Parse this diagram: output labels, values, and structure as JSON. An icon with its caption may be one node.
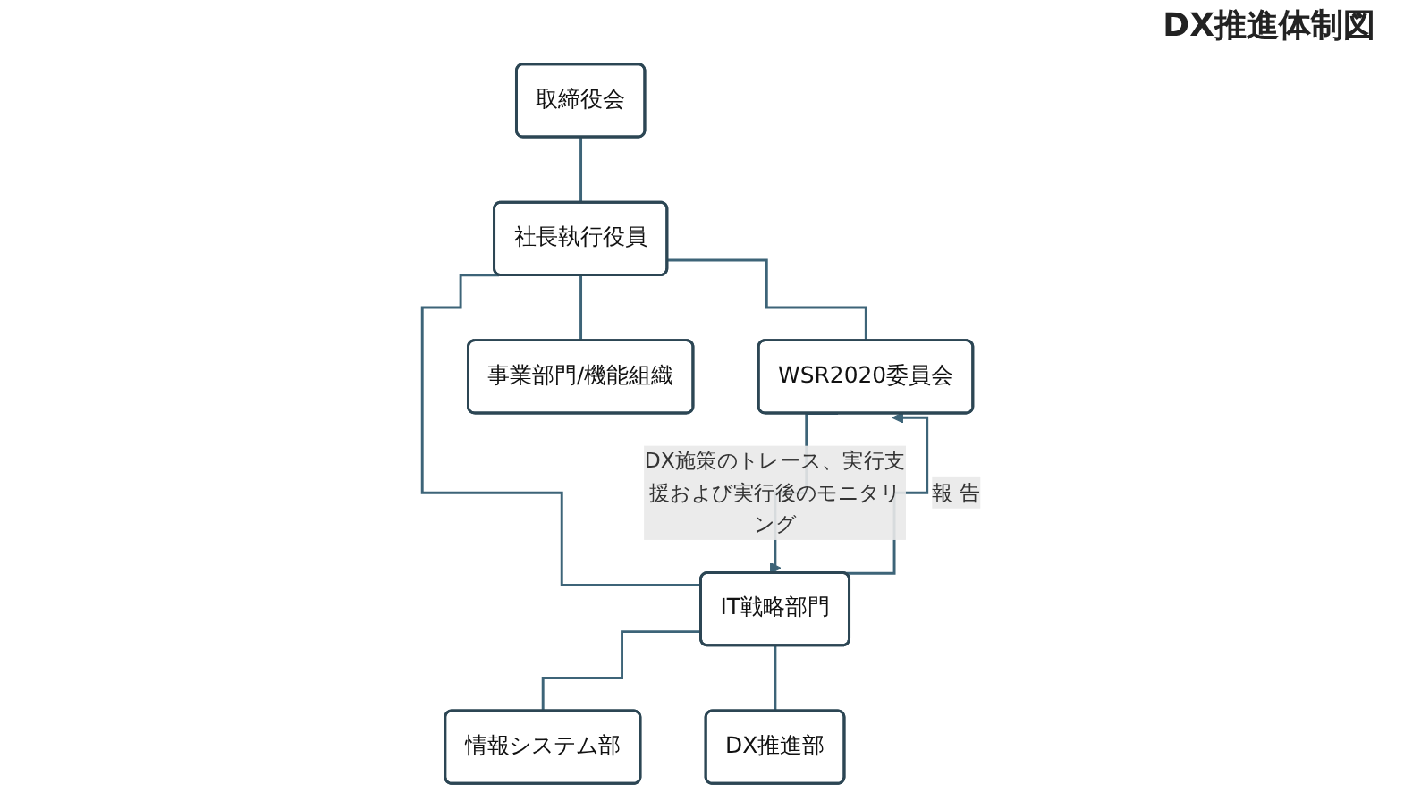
{
  "diagram": {
    "title": "DX推進体制図",
    "nodes": [
      {
        "text": [
          "取締役会"
        ]
      },
      {
        "text": [
          "社長執行役員"
        ]
      },
      {
        "text": [
          "WSR2020委員会"
        ]
      },
      {
        "text": [
          "IT戦略部門"
        ]
      },
      {
        "text": [
          "情報システム部"
        ]
      },
      {
        "text": [
          "DX推進部"
        ]
      },
      {
        "text": [
          "事業部門/機能組織"
        ]
      }
    ],
    "edges": [
      {
        "from": 0,
        "to": 1,
        "arrow": "none"
      },
      {
        "from": 1,
        "to": 2,
        "arrow": "none"
      },
      {
        "from": 1,
        "to": 3,
        "arrow": "none"
      },
      {
        "from": 1,
        "to": 6,
        "arrow": "none"
      },
      {
        "from": 3,
        "to": 2,
        "arrow": "to",
        "label": "報 告"
      },
      {
        "from": 2,
        "to": 3,
        "arrow": "to",
        "label": "DX施策のトレース、実行支援および実行後のモニタリング"
      },
      {
        "from": 3,
        "to": 4,
        "arrow": "none"
      },
      {
        "from": 3,
        "to": 5,
        "arrow": "none"
      }
    ]
  }
}
